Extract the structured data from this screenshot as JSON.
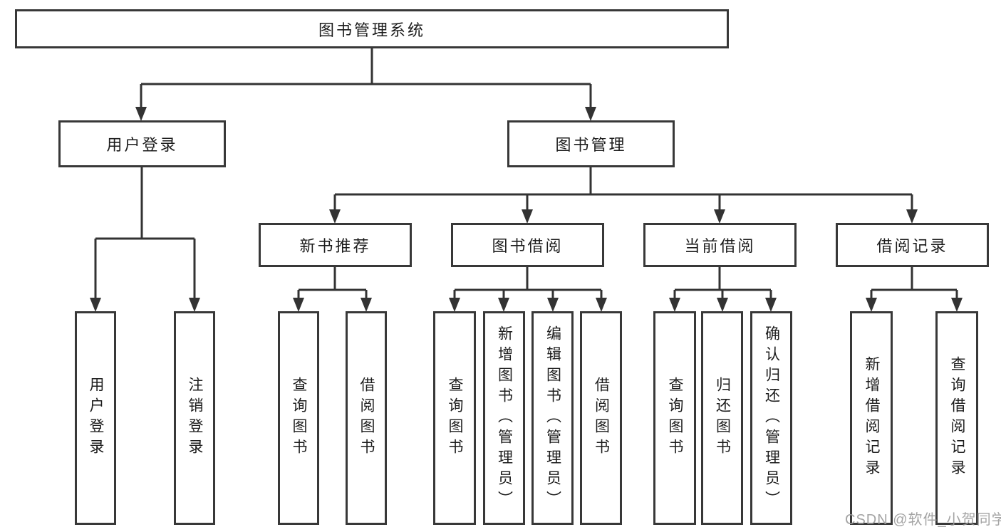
{
  "diagram": {
    "root": {
      "label": "图书管理系统"
    },
    "user_login": {
      "label": "用户登录",
      "children": {
        "login": {
          "label": "用户登录"
        },
        "logout": {
          "label": "注销登录"
        }
      }
    },
    "book_mgmt": {
      "label": "图书管理",
      "children": {
        "new_books": {
          "label": "新书推荐",
          "children": {
            "query": {
              "label": "查询图书"
            },
            "borrow": {
              "label": "借阅图书"
            }
          }
        },
        "book_borrow": {
          "label": "图书借阅",
          "children": {
            "query": {
              "label": "查询图书"
            },
            "add": {
              "label": "新增图书（管理员）"
            },
            "edit": {
              "label": "编辑图书（管理员）"
            },
            "borrow": {
              "label": "借阅图书"
            }
          }
        },
        "current_borrow": {
          "label": "当前借阅",
          "children": {
            "query": {
              "label": "查询图书"
            },
            "return": {
              "label": "归还图书"
            },
            "confirm": {
              "label": "确认归还（管理员）"
            }
          }
        },
        "borrow_records": {
          "label": "借阅记录",
          "children": {
            "add": {
              "label": "新增借阅记录"
            },
            "query": {
              "label": "查询借阅记录"
            }
          }
        }
      }
    }
  },
  "watermark": {
    "text": "CSDN @软件_小贺同学"
  },
  "colors": {
    "line": "#333333",
    "box_border": "#383838",
    "text": "#1c1c1c",
    "watermark": "#9a9a9a",
    "background": "#ffffff"
  }
}
